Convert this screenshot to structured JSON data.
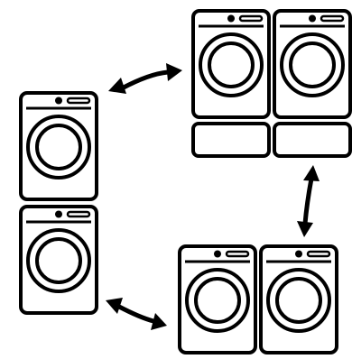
{
  "diagram": {
    "groups": [
      {
        "name": "stacked-pair",
        "units": [
          "washer",
          "washer"
        ]
      },
      {
        "name": "side-by-side-with-pedestals",
        "units": [
          "washer",
          "washer"
        ],
        "pedestals": 2
      },
      {
        "name": "side-by-side",
        "units": [
          "washer",
          "washer"
        ]
      }
    ],
    "connections": [
      {
        "from": "stacked-pair",
        "to": "side-by-side-with-pedestals",
        "arrow": "double"
      },
      {
        "from": "side-by-side-with-pedestals",
        "to": "side-by-side",
        "arrow": "double"
      },
      {
        "from": "stacked-pair",
        "to": "side-by-side",
        "arrow": "double"
      }
    ],
    "colors": {
      "stroke": "#000000",
      "fill": "#ffffff"
    }
  }
}
